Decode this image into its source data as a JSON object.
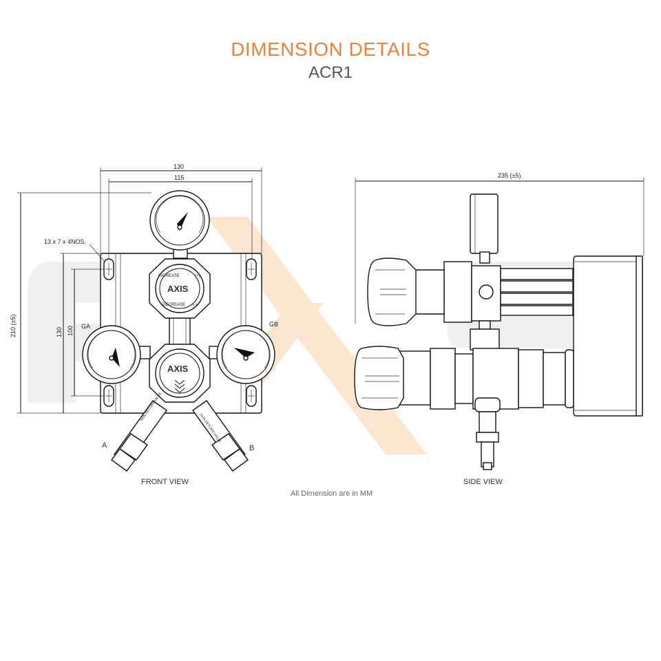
{
  "header": {
    "title": "DIMENSION DETAILS",
    "subtitle": "ACR1"
  },
  "front_view": {
    "caption": "FRONT VIEW",
    "dim_width_outer": "130",
    "dim_width_inner": "115",
    "dim_height_total": "210 (±5)",
    "dim_height_plate": "130",
    "dim_height_holes": "100",
    "slot_note": "13 x 7 x 4NOS.",
    "gauge_left_label": "GA",
    "gauge_right_label": "GB",
    "outlet_left_label": "A",
    "outlet_right_label": "B",
    "brand": "AXIS",
    "knob_increase": "INCREASE",
    "knob_decrease": "DECREASE",
    "knob_plus": "(+)",
    "knob_minus": "(-)",
    "nrv_text": "NON RETURN VALVE"
  },
  "side_view": {
    "caption": "SIDE VIEW",
    "dim_depth": "235 (±5)"
  },
  "footer": {
    "note": "All Dimension are in MM"
  },
  "colors": {
    "accent": "#e8833a",
    "watermark_grey": "#f0f0f0",
    "watermark_orange": "#fde6cf"
  }
}
